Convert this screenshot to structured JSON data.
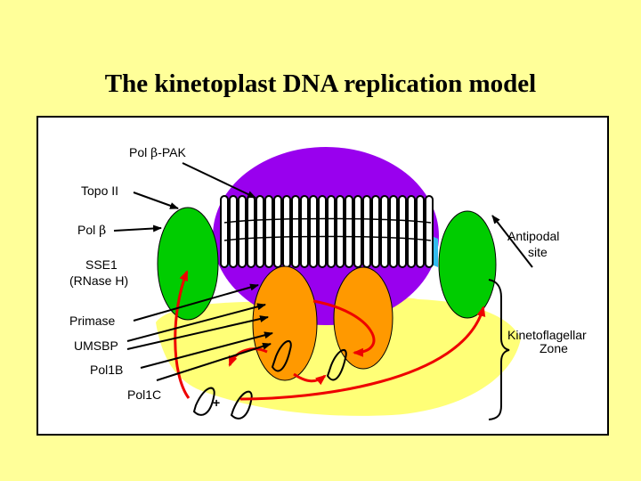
{
  "title": "The kinetoplast DNA replication model",
  "labels": {
    "pol_beta_pak_prefix": "Pol ",
    "pol_beta_pak_symbol": "β",
    "pol_beta_pak_suffix": "-PAK",
    "topo_ii": "Topo II",
    "pol_beta_prefix": "Pol ",
    "pol_beta_symbol": "β",
    "sse1_line1": "SSE1",
    "sse1_line2": "(RNase H)",
    "primase": "Primase",
    "umsbp": "UMSBP",
    "pol1b": "Pol1B",
    "pol1c": "Pol1C",
    "antipodal_line1": "Antipodal",
    "antipodal_line2": "site",
    "kfz_line1": "Kinetoflagellar",
    "kfz_line2": "Zone",
    "plus": "+"
  },
  "colors": {
    "background": "#ffff99",
    "panel": "#ffffff",
    "purple_disk": "#9900ee",
    "green_site": "#00cc00",
    "orange_site": "#ff9900",
    "cyan_band": "#33bbee",
    "yellow_zone": "#ffff77",
    "red_arrow": "#ee0000"
  }
}
